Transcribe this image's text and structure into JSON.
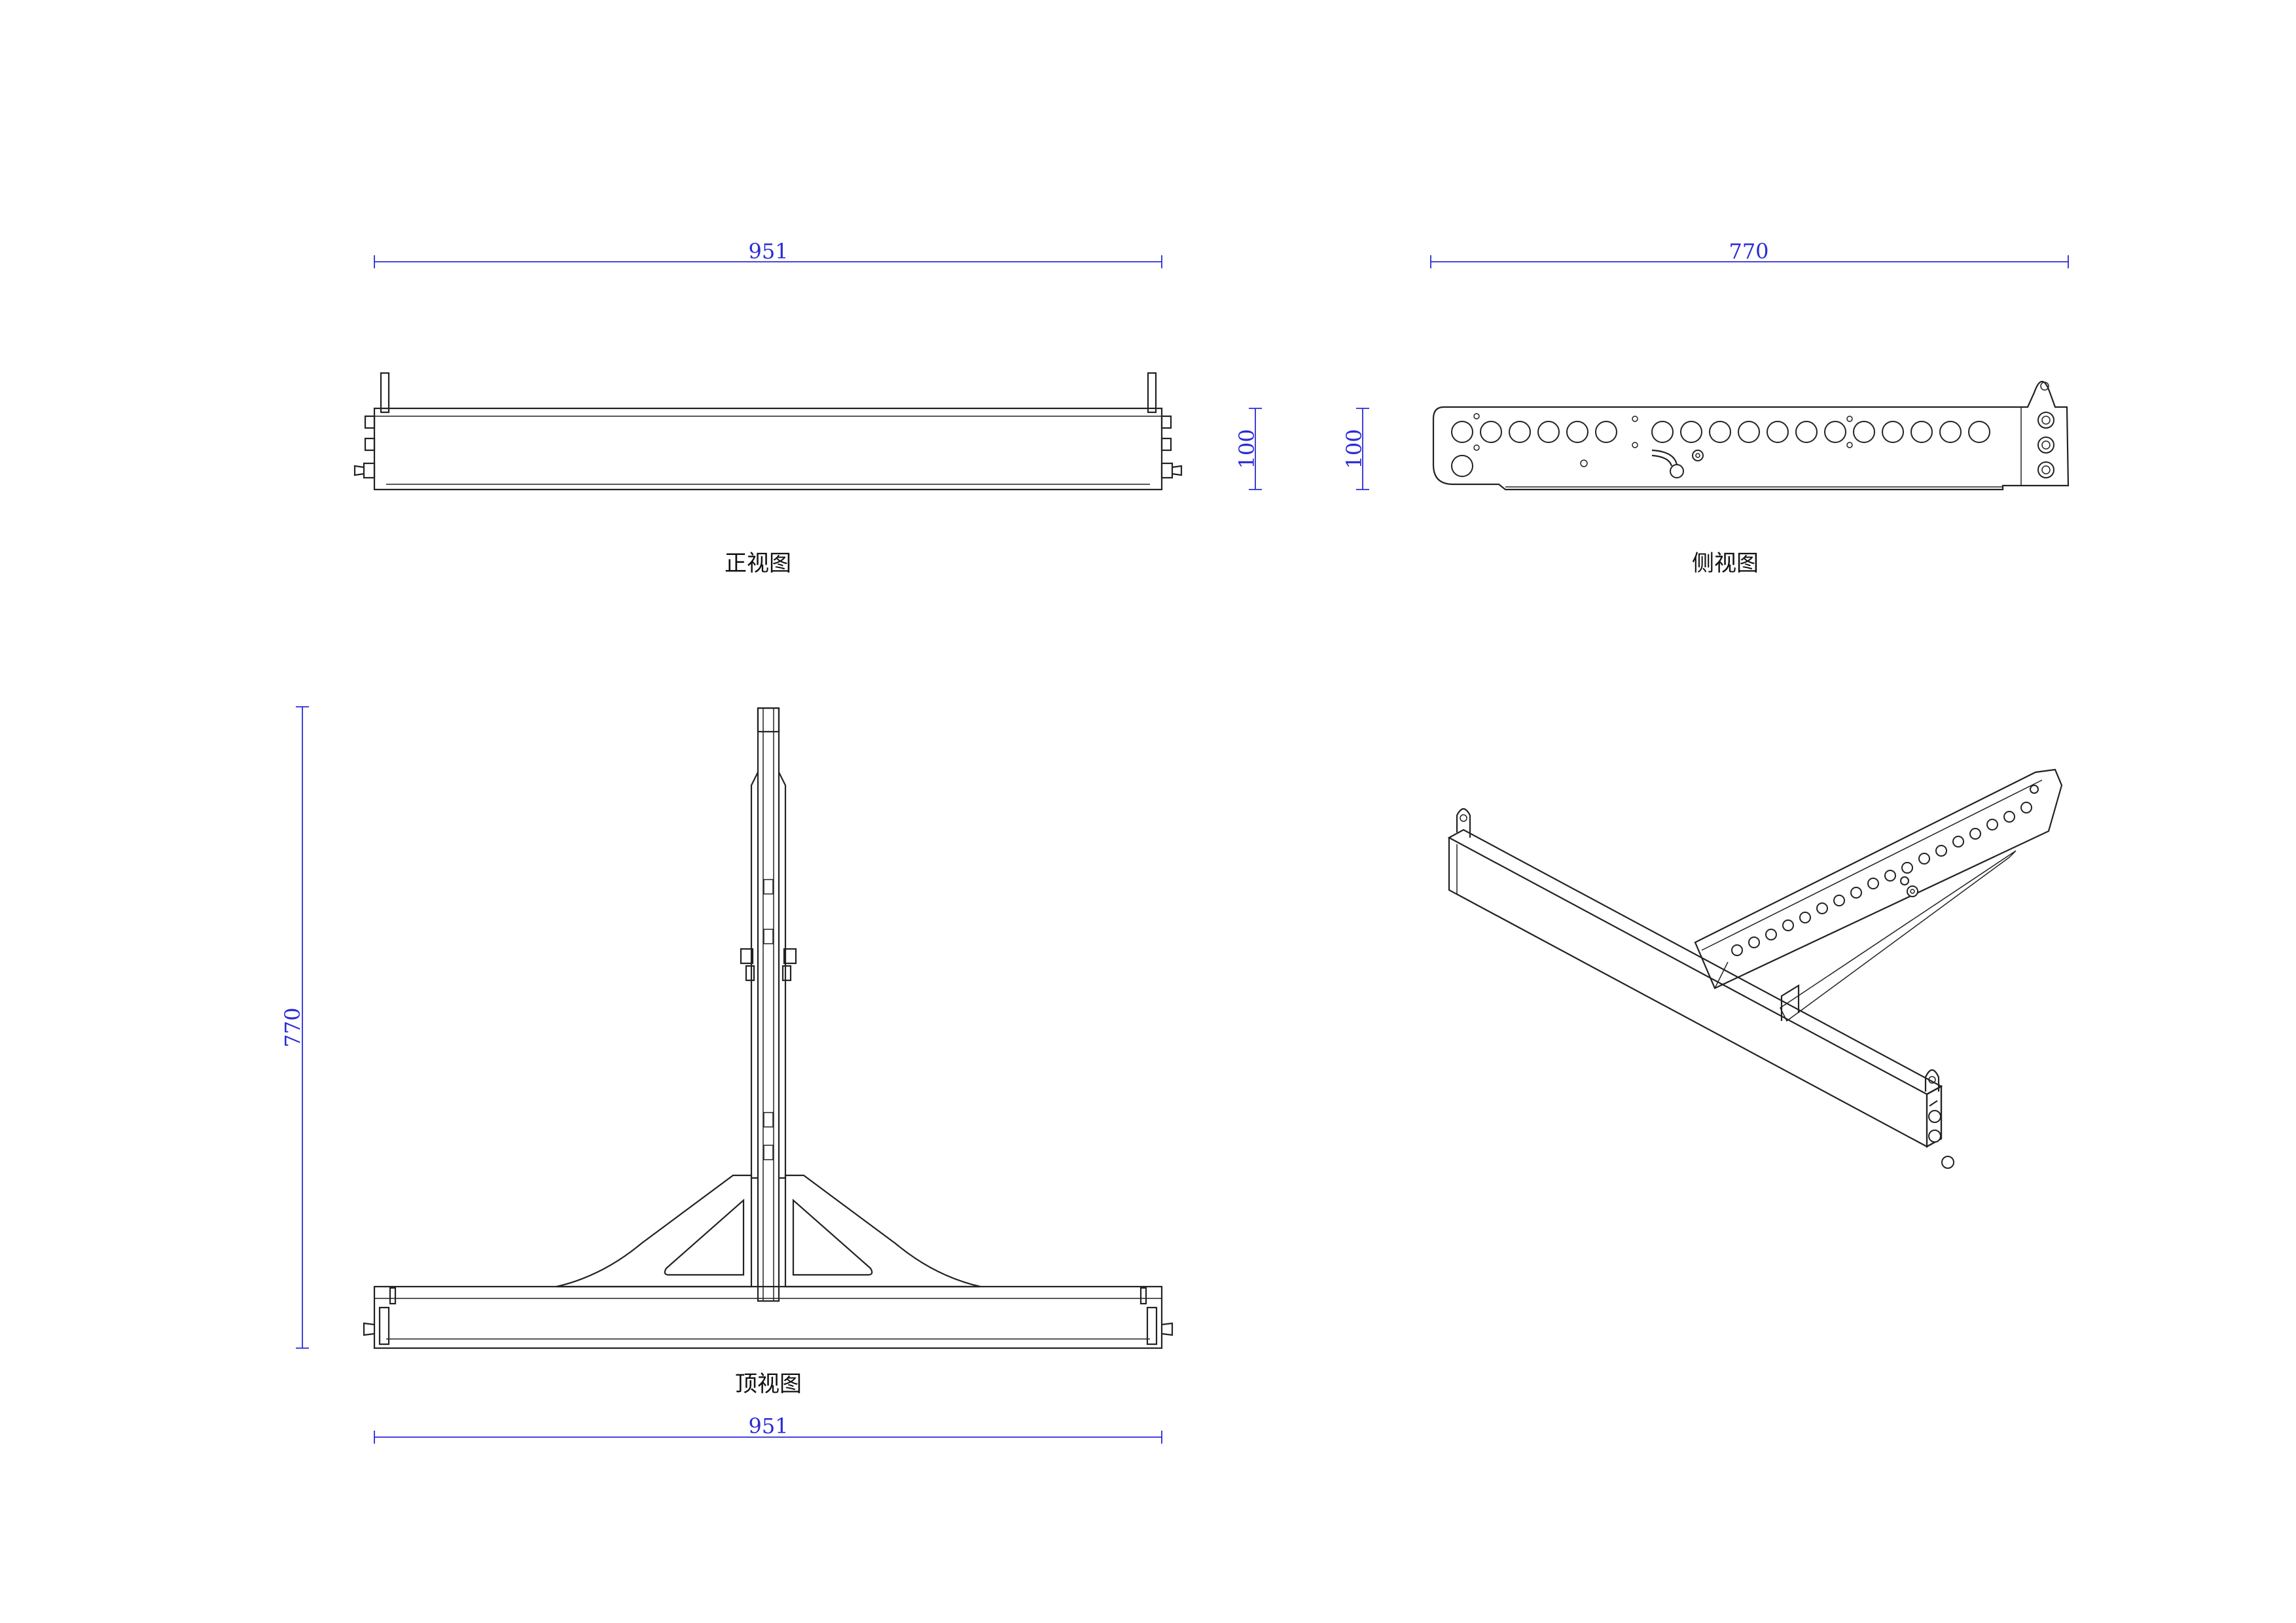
{
  "views": {
    "front": {
      "caption": "正视图"
    },
    "side": {
      "caption": "侧视图"
    },
    "top": {
      "caption": "顶视图"
    }
  },
  "dimensions": {
    "front_width": "951",
    "front_height": "100",
    "side_length": "770",
    "side_height": "100",
    "top_depth": "770",
    "top_width": "951"
  },
  "colors": {
    "dimension": "#2b2bd6",
    "outline": "#222222",
    "background": "#ffffff"
  }
}
